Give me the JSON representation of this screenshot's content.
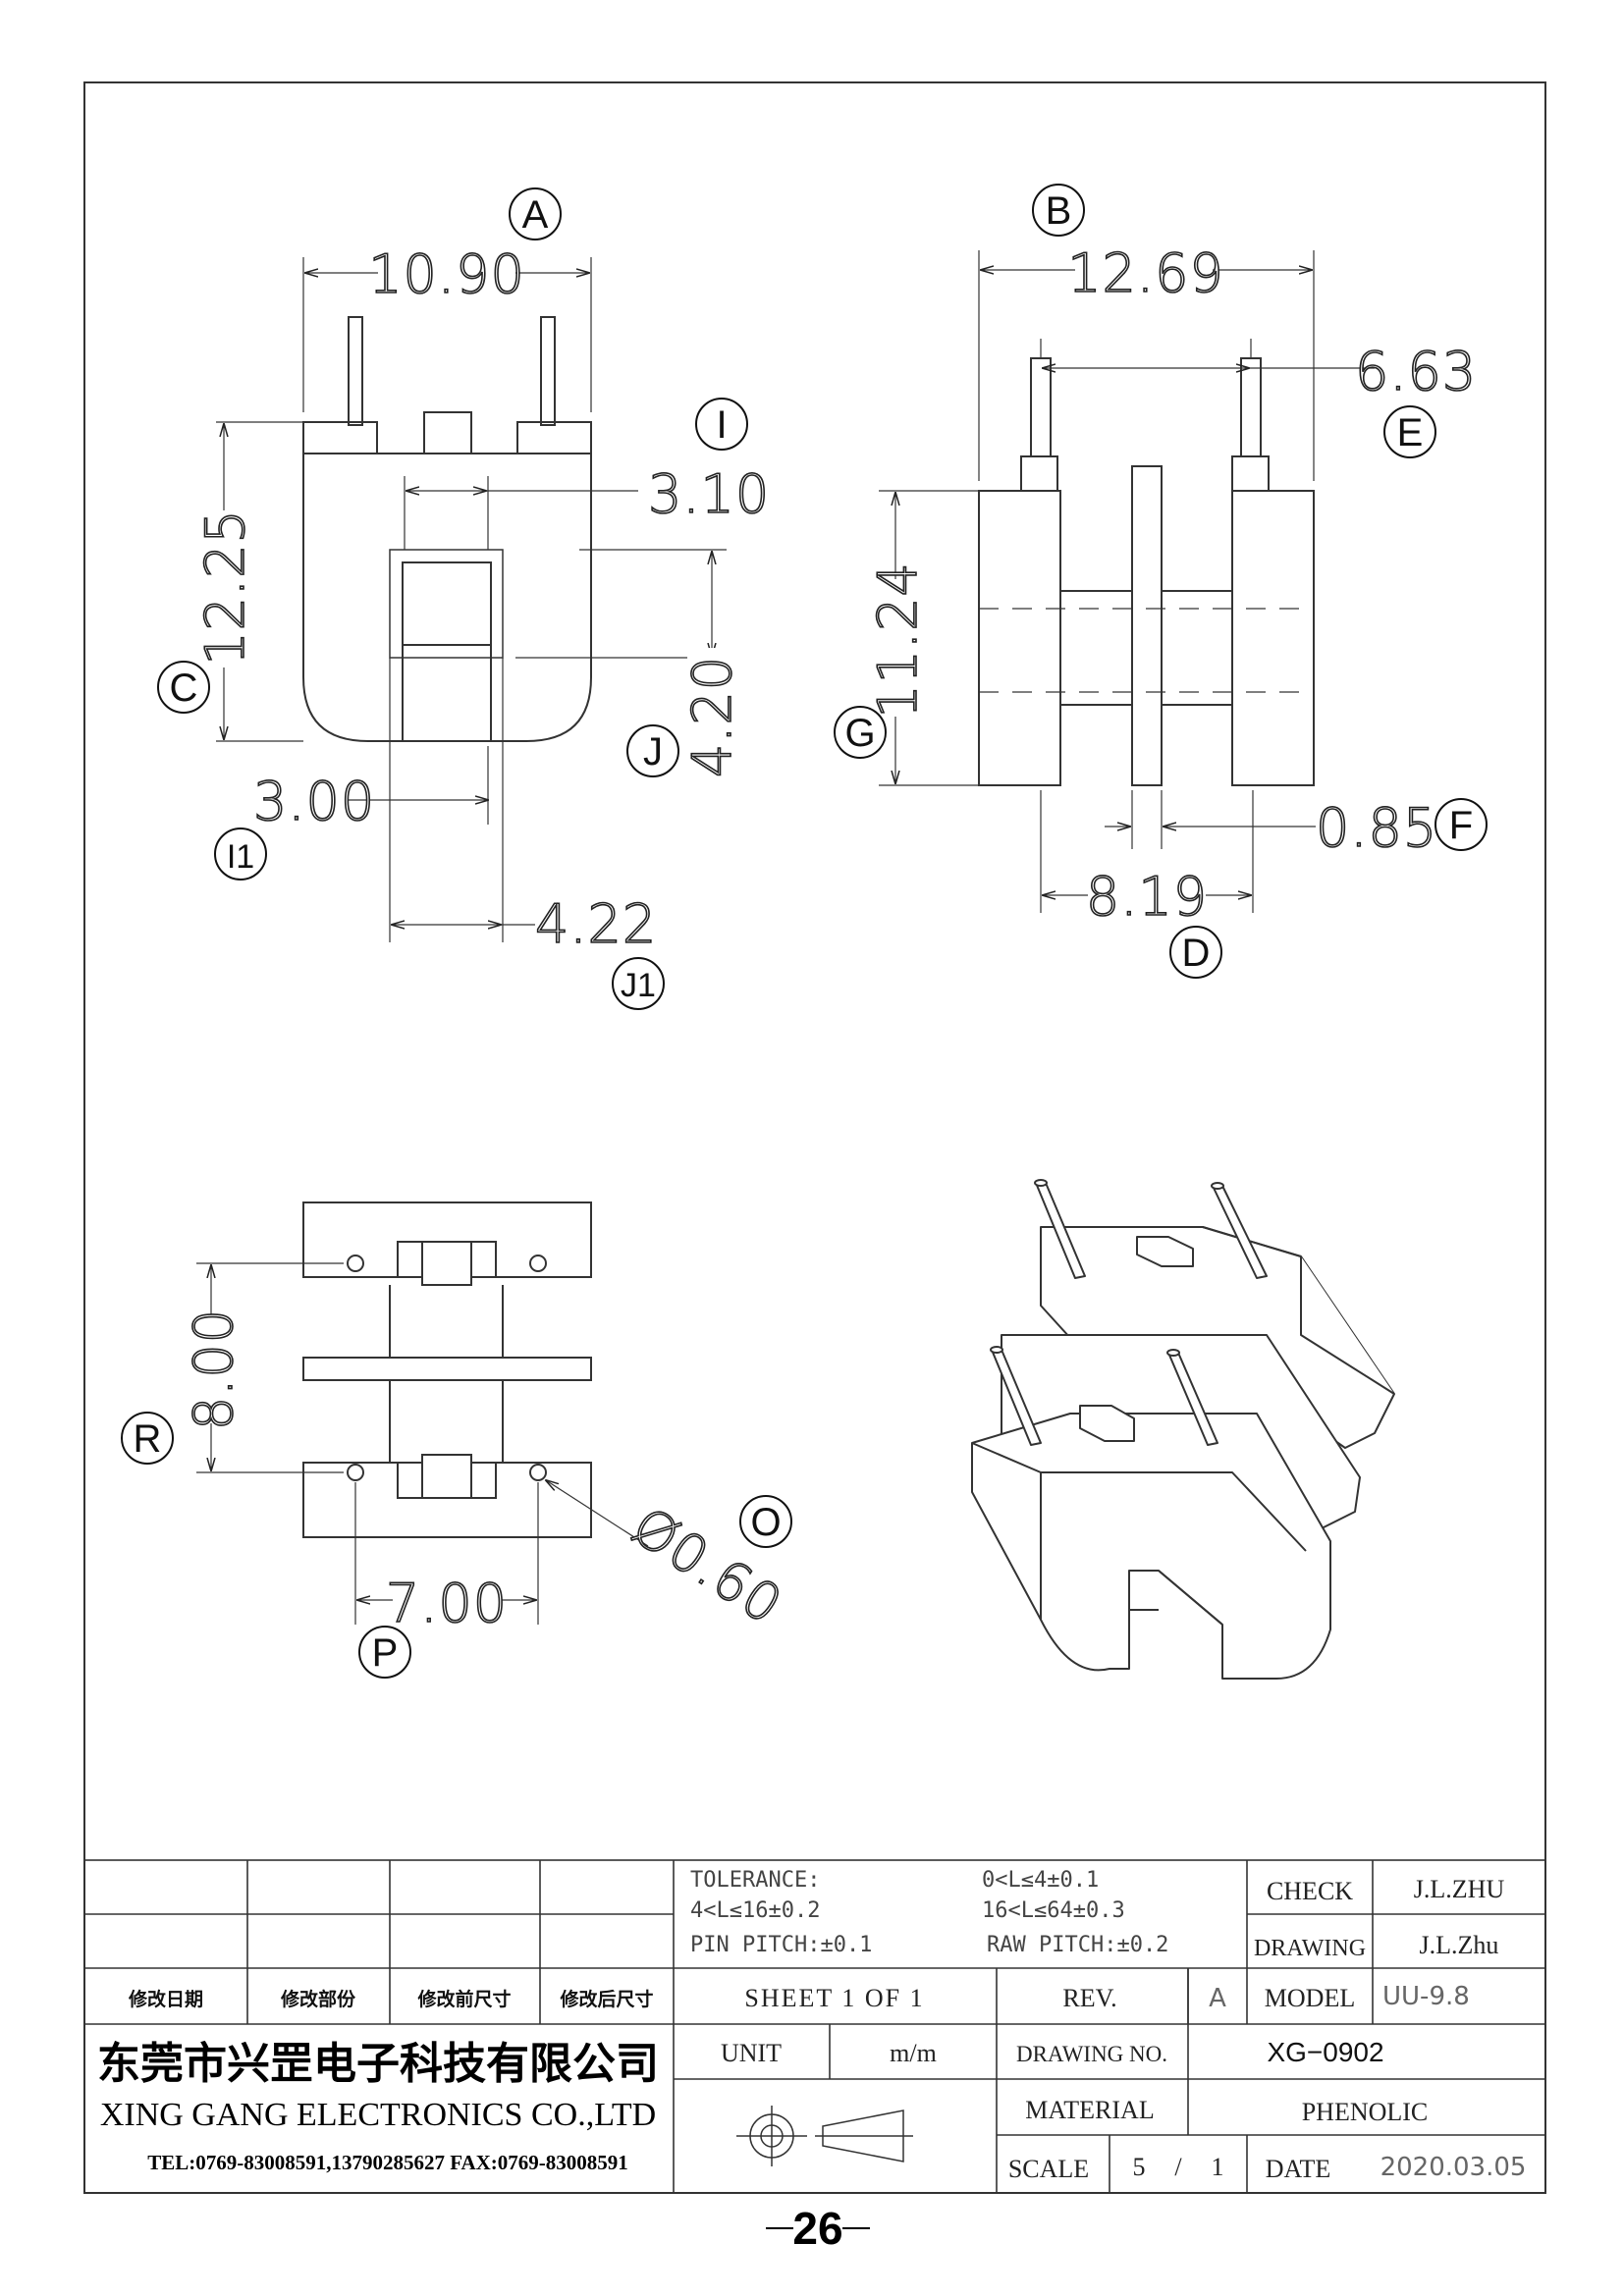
{
  "views": {
    "front": {
      "callouts": {
        "a": "A",
        "c": "C",
        "i": "I",
        "j": "J",
        "i1": "I1",
        "j1": "J1"
      },
      "dims": {
        "width": "10.90",
        "height": "12.25",
        "slot_width": "3.10",
        "slot_depth": "4.20",
        "slot_bottom": "3.00",
        "slot_outer": "4.22"
      }
    },
    "side": {
      "callouts": {
        "b": "B",
        "d": "D",
        "e": "E",
        "f": "F",
        "g": "G"
      },
      "dims": {
        "width": "12.69",
        "pin_span": "6.63",
        "height": "11.24",
        "flange": "0.85",
        "base": "8.19"
      }
    },
    "bottom": {
      "callouts": {
        "o": "O",
        "p": "P",
        "r": "R"
      },
      "dims": {
        "row_pitch": "8.00",
        "pin_pitch": "7.00",
        "hole": "Ø0.60"
      }
    }
  },
  "title_block": {
    "tolerance_label": "TOLERANCE:",
    "tol_1": "0<L≤4±0.1",
    "tol_2": "4<L≤16±0.2",
    "tol_3": "16<L≤64±0.3",
    "pin_pitch": "PIN PITCH:±0.1",
    "raw_pitch": "RAW PITCH:±0.2",
    "check_label": "CHECK",
    "check_value": "J.L.ZHU",
    "drawing_label": "DRAWING",
    "drawing_value": "J.L.Zhu",
    "rev_headers": [
      "修改日期",
      "修改部份",
      "修改前尺寸",
      "修改后尺寸"
    ],
    "sheet": "SHEET 1 OF 1",
    "rev_label": "REV.",
    "rev_value": "A",
    "model_label": "MODEL",
    "model_value": "UU-9.8",
    "company_cn": "东莞市兴罡电子科技有限公司",
    "company_en": "XING GANG  ELECTRONICS CO.,LTD",
    "contact": "TEL:0769-83008591,13790285627 FAX:0769-83008591",
    "unit_label": "UNIT",
    "unit_value": "m/m",
    "drawing_no_label": "DRAWING  NO.",
    "drawing_no_value": "XG−0902",
    "material_label": "MATERIAL",
    "material_value": "PHENOLIC",
    "scale_label": "SCALE",
    "scale_num": "5",
    "scale_sep": "/",
    "scale_den": "1",
    "date_label": "DATE",
    "date_value": "2020.03.05"
  },
  "page_number": "26"
}
